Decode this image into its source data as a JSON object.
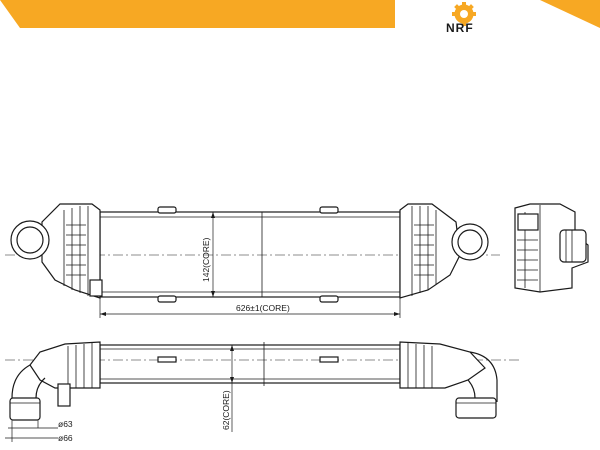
{
  "brand": {
    "logo_text": "NRF",
    "accent_color": "#f7a823"
  },
  "dimensions": {
    "core_height": "142(CORE)",
    "core_width": "626±1(CORE)",
    "core_depth": "62(CORE)",
    "outlet_diameter_inner": "ø63",
    "outlet_diameter_outer": "ø66"
  }
}
